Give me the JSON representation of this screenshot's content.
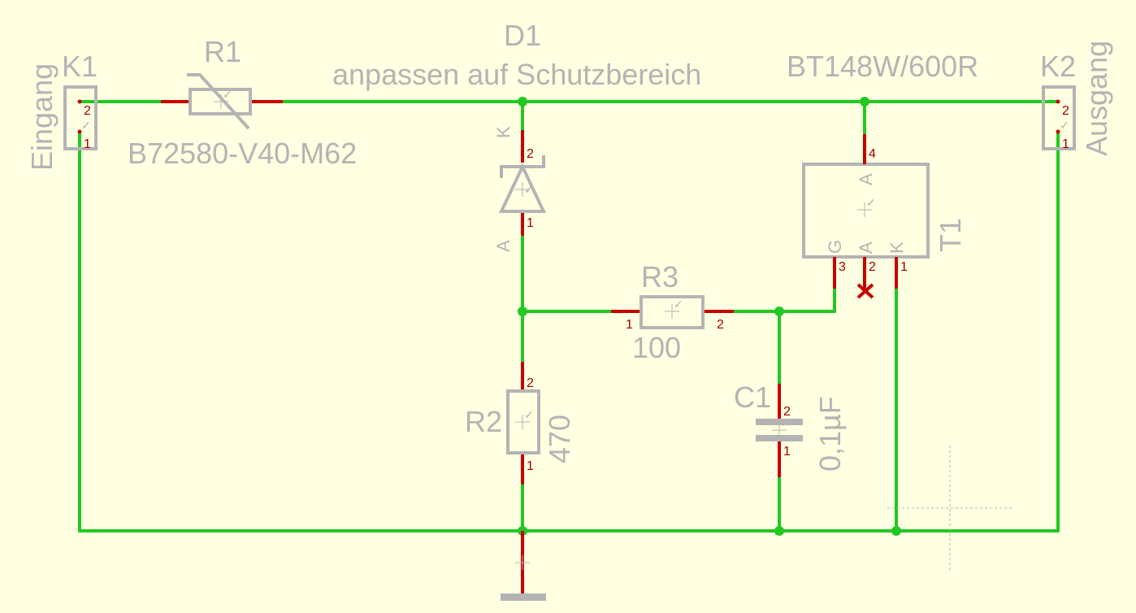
{
  "components": {
    "k1": {
      "ref": "K1",
      "name": "Eingang",
      "pin_top": "2",
      "pin_bottom": "1"
    },
    "k2": {
      "ref": "K2",
      "name": "Ausgang",
      "pin_top": "2",
      "pin_bottom": "1"
    },
    "r1": {
      "ref": "R1",
      "value": "B72580-V40-M62"
    },
    "d1": {
      "ref": "D1",
      "value": "anpassen auf Schutzbereich",
      "cathode": "K",
      "anode": "A",
      "pin_top": "2",
      "pin_bottom": "1"
    },
    "t1": {
      "ref": "T1",
      "value": "BT148W/600R",
      "pin_a_top": "A",
      "pin_g": "G",
      "pin_a_bottom": "A",
      "pin_k": "K",
      "pin4": "4",
      "pin3": "3",
      "pin2": "2",
      "pin1": "1"
    },
    "r3": {
      "ref": "R3",
      "value": "100",
      "pin_left": "1",
      "pin_right": "2"
    },
    "r2": {
      "ref": "R2",
      "value": "470",
      "pin_top": "2",
      "pin_bottom": "1"
    },
    "c1": {
      "ref": "C1",
      "value": "0,1µF",
      "pin_top": "2",
      "pin_bottom": "1"
    }
  },
  "colors": {
    "background": "#FFFFE1",
    "wire": "#22C822",
    "pin": "#C80000",
    "symbol": "#B4B4B4"
  }
}
